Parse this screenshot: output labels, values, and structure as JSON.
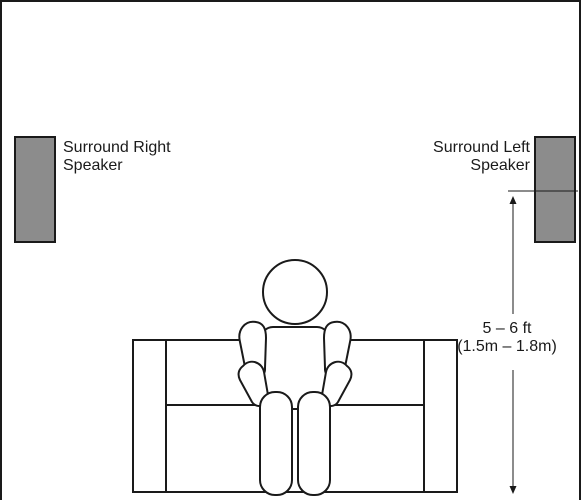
{
  "labels": {
    "surround_right": {
      "line1": "Surround Right",
      "line2": "Speaker"
    },
    "surround_left": {
      "line1": "Surround Left",
      "line2": "Speaker"
    },
    "distance": {
      "line1": "5 – 6 ft",
      "line2": "(1.5m – 1.8m)"
    }
  },
  "colors": {
    "speaker_fill": "#8c8c8c",
    "outline": "#1a1a1a",
    "background": "#ffffff"
  }
}
